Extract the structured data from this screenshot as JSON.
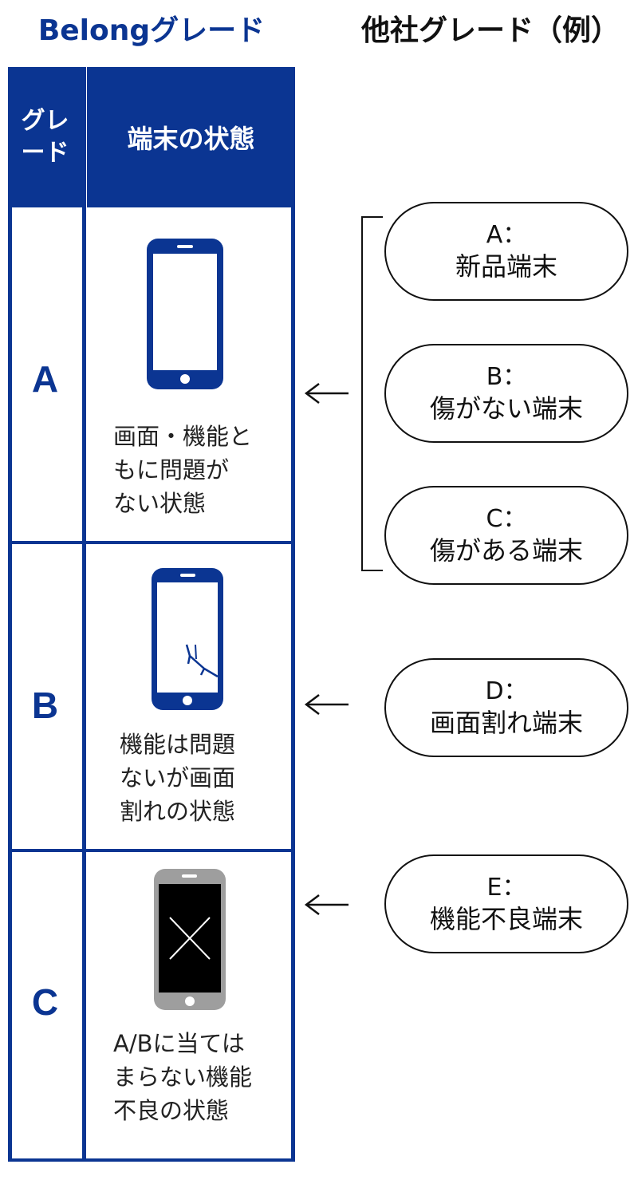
{
  "titles": {
    "belong": "Belongグレード",
    "others": "他社グレード（例）"
  },
  "table": {
    "header": {
      "grade_line1": "グレ",
      "grade_line2": "ード",
      "state": "端末の状態"
    },
    "rows": [
      {
        "grade": "A",
        "phone": "intact",
        "desc_lines": [
          "画面・機能と",
          "もに問題が",
          "ない状態"
        ]
      },
      {
        "grade": "B",
        "phone": "cracked",
        "desc_lines": [
          "機能は問題",
          "ないが画面",
          "割れの状態"
        ]
      },
      {
        "grade": "C",
        "phone": "broken",
        "desc_lines": [
          "A/Bに当ては",
          "まらない機能",
          "不良の状態"
        ]
      }
    ]
  },
  "others": [
    {
      "label": "A：",
      "text": "新品端末"
    },
    {
      "label": "B：",
      "text": "傷がない端末"
    },
    {
      "label": "C：",
      "text": "傷がある端末"
    },
    {
      "label": "D：",
      "text": "画面割れ端末"
    },
    {
      "label": "E：",
      "text": "機能不良端末"
    }
  ],
  "colors": {
    "brand_blue": "#0b3592",
    "broken_phone_gray": "#9e9e9e",
    "line": "#111111"
  },
  "icons": {
    "phone_a": "smartphone-icon",
    "phone_b": "cracked-smartphone-icon",
    "phone_c": "broken-smartphone-icon",
    "arrow": "arrow-left-icon"
  }
}
